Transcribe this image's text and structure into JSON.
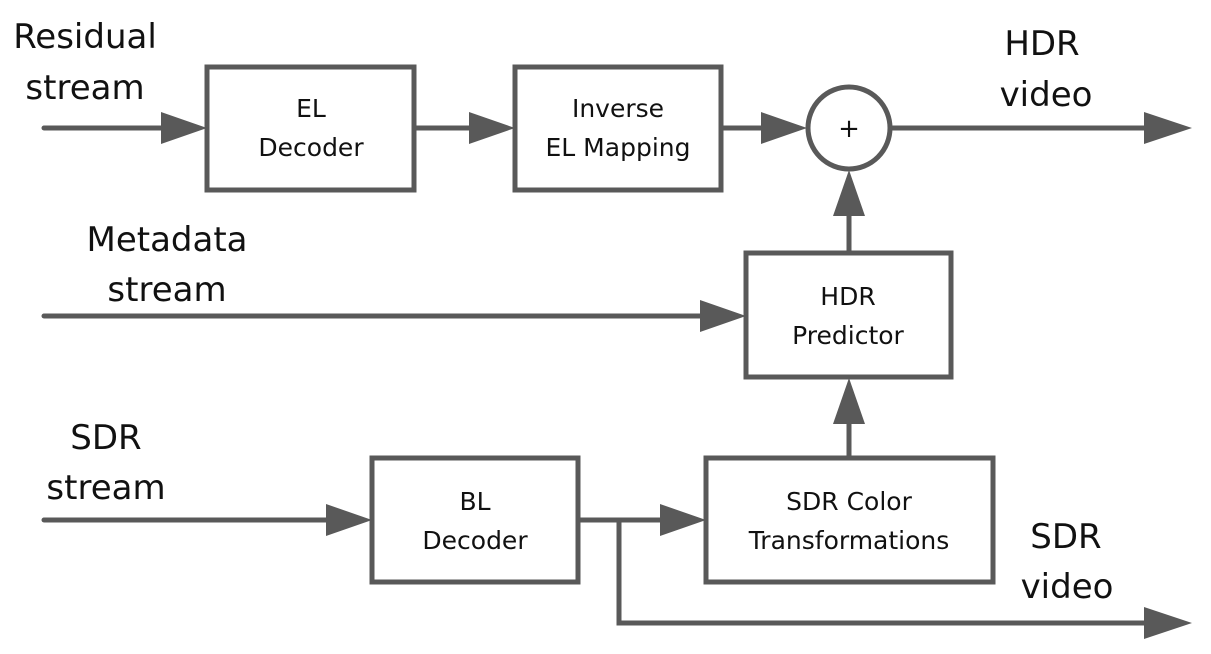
{
  "colors": {
    "line": "#595959",
    "box_fill": "#ffffff",
    "text": "#111111"
  },
  "inputs": {
    "residual": [
      "Residual",
      "stream"
    ],
    "metadata": [
      "Metadata",
      "stream"
    ],
    "sdr": [
      "SDR",
      "stream"
    ]
  },
  "outputs": {
    "hdr": [
      "HDR",
      "video"
    ],
    "sdr": [
      "SDR",
      "video"
    ]
  },
  "blocks": {
    "el_decoder": [
      "EL",
      "Decoder"
    ],
    "inverse_el_mapping": [
      "Inverse",
      "EL Mapping"
    ],
    "hdr_predictor": [
      "HDR",
      "Predictor"
    ],
    "bl_decoder": [
      "BL",
      "Decoder"
    ],
    "sdr_color_transformations": [
      "SDR Color",
      "Transformations"
    ]
  },
  "summation": {
    "symbol": "+"
  }
}
